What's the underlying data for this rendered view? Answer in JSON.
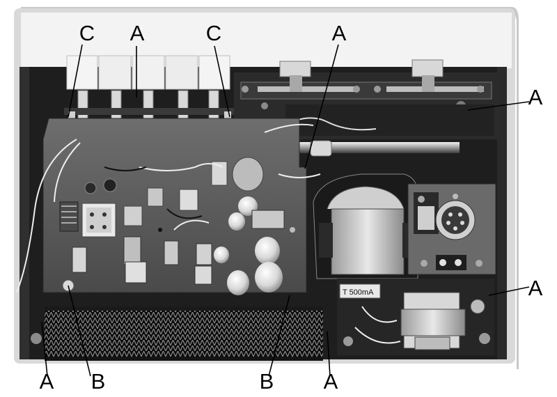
{
  "labels": {
    "top_c_left": "C",
    "top_a_mid": "A",
    "top_c_right": "C",
    "top_a_right": "A",
    "right_a_upper": "A",
    "right_a_lower": "A",
    "bottom_a_left": "A",
    "bottom_b_left": "B",
    "bottom_b_right": "B",
    "bottom_a_right": "A"
  },
  "fuse_label": "T 500mA",
  "colors": {
    "background": "#ffffff",
    "chassis": "#1c1c1c",
    "pcb": "#5a5a5a",
    "cabinet_rim": "#cfcfcf",
    "callout_text": "#000000"
  }
}
